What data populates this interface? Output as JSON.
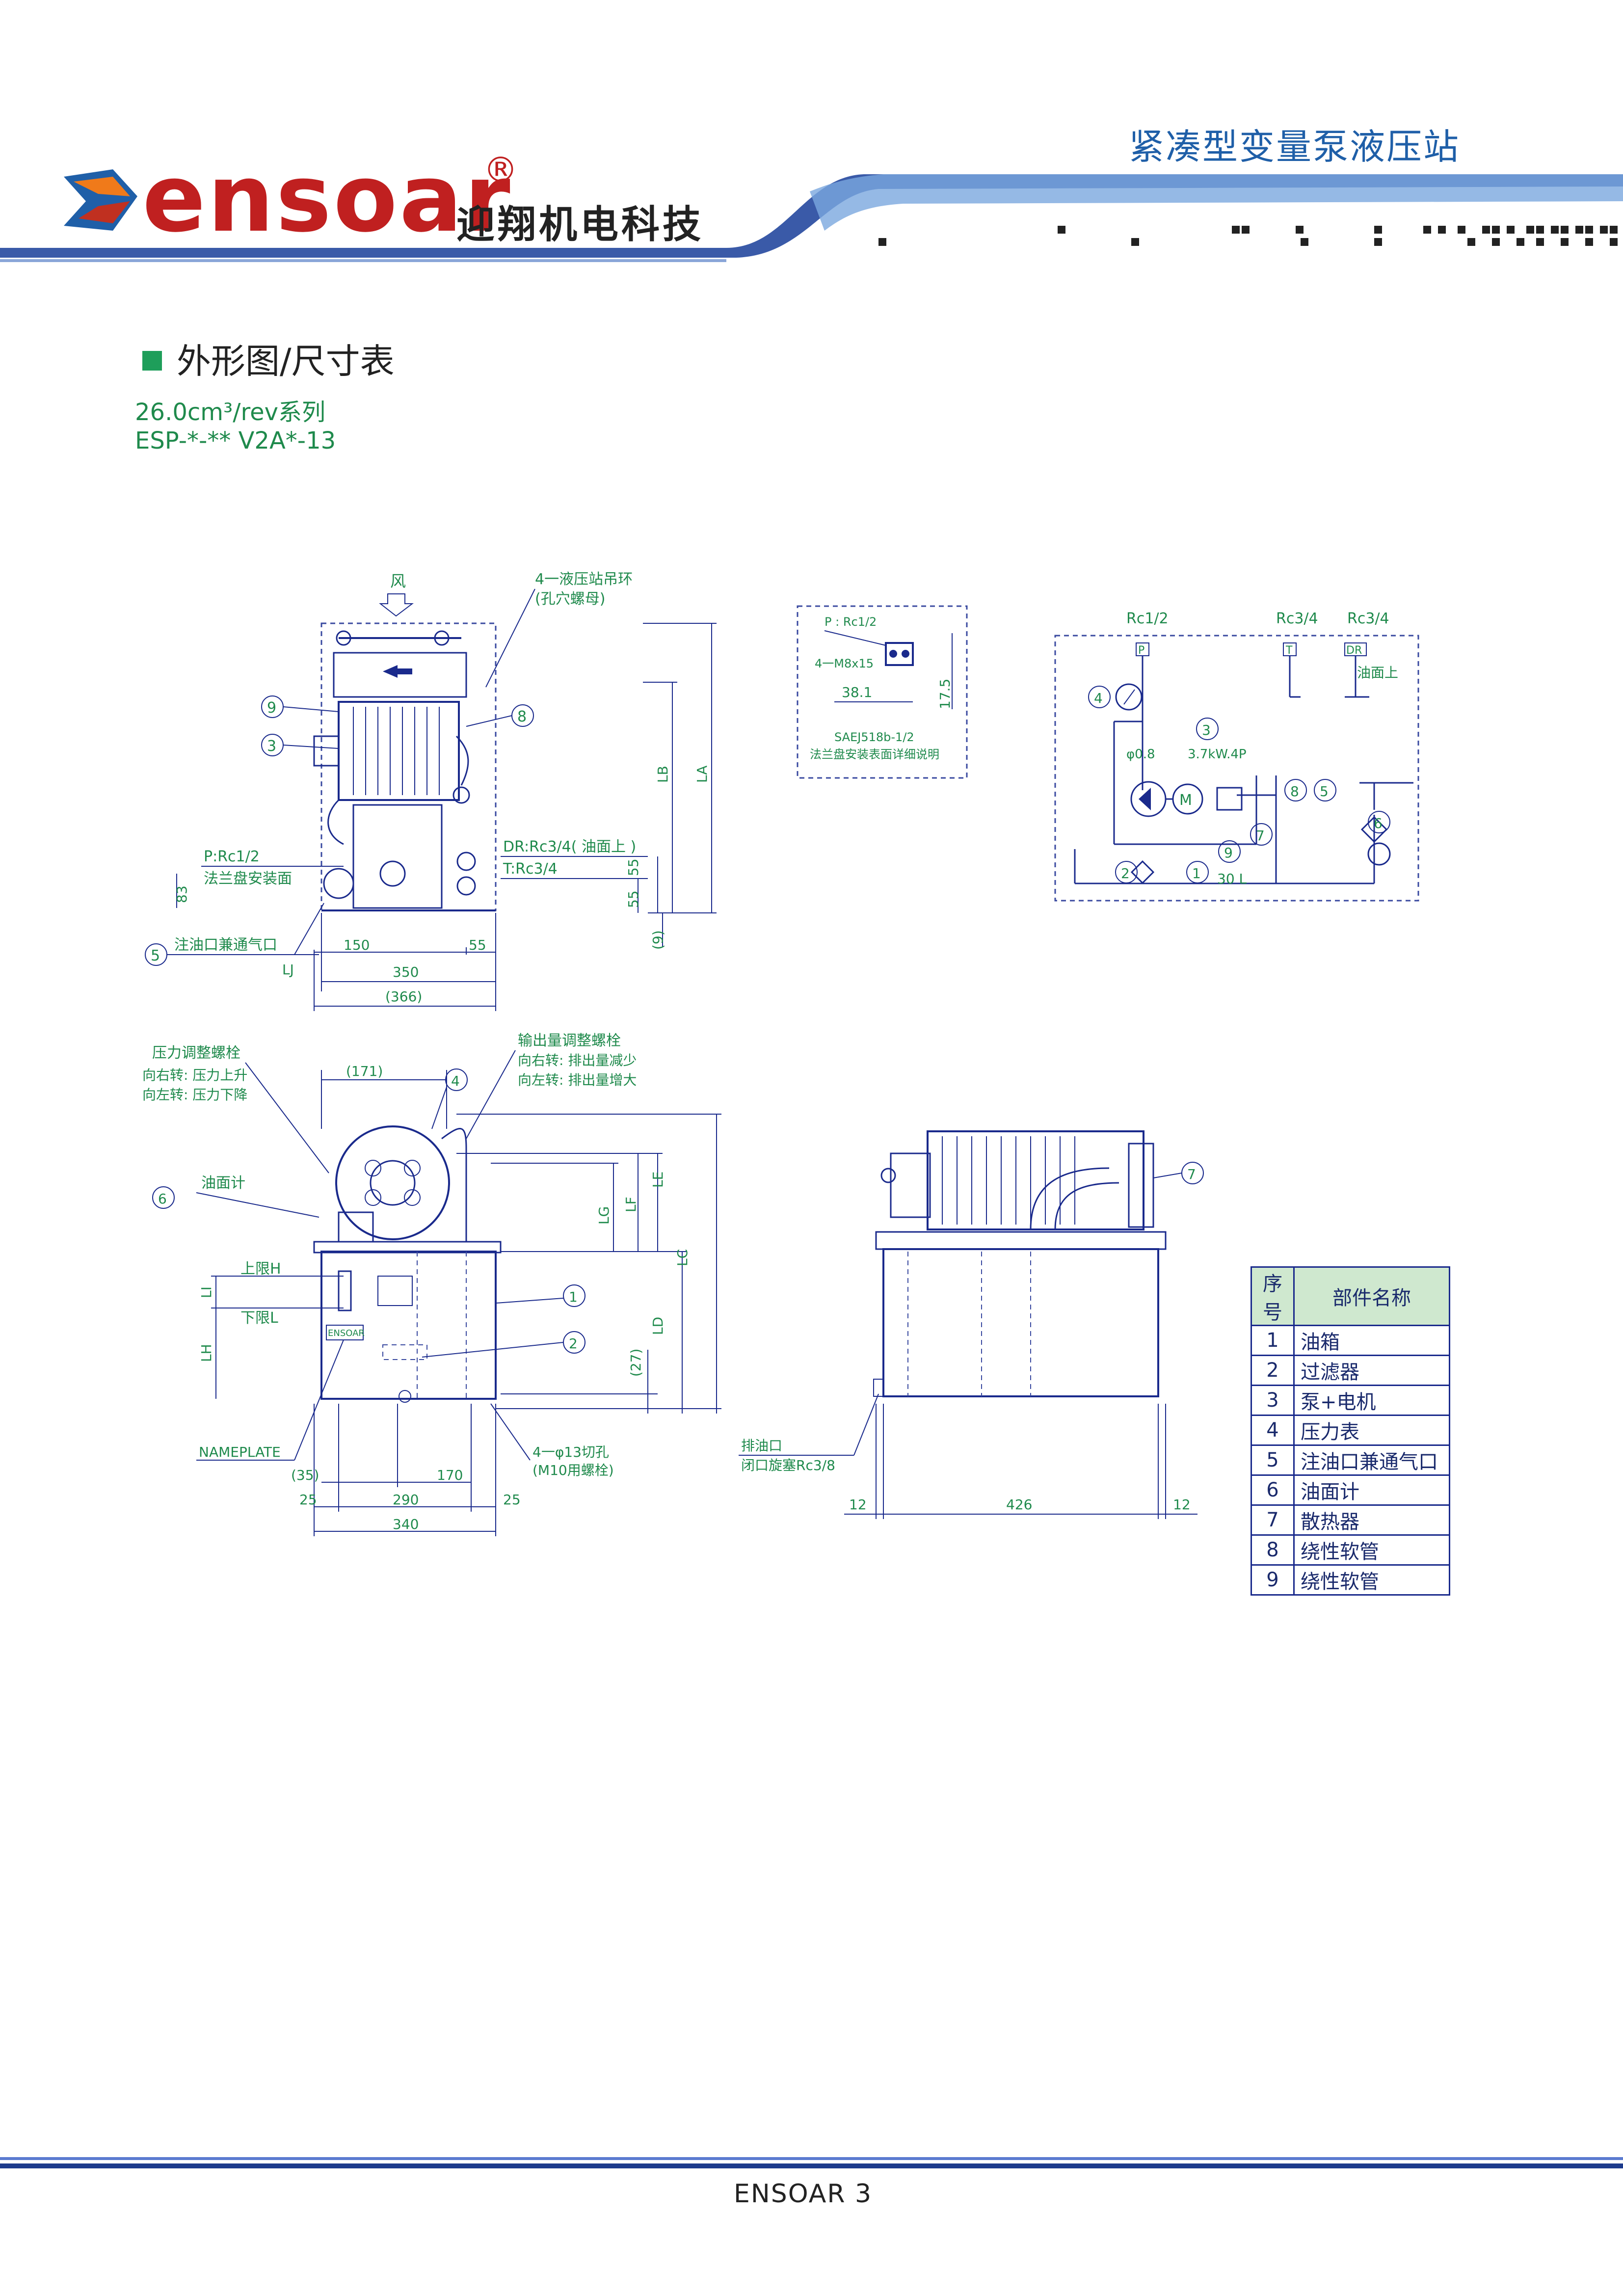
{
  "header": {
    "logo_text": "ensoar",
    "registered_mark": "®",
    "brand_cn": "迎翔机电科技",
    "page_subtitle": "紧凑型变量泵液压站"
  },
  "section": {
    "title": "外形图/尺寸表",
    "spec_line1": "26.0cm³/rev系列",
    "spec_line2": "ESP-*-** V2A*-13"
  },
  "front_view": {
    "wind": "风",
    "lifting_ring": "4一液压站吊环",
    "lifting_ring_note": "(孔穴螺母)",
    "p_port": "P:Rc1/2",
    "flange_face": "法兰盘安装面",
    "dr_port": "DR:Rc3/4( 油面上 )",
    "t_port": "T:Rc3/4",
    "fill_port": "注油口兼通气口",
    "dims": {
      "d150": "150",
      "d55": "55",
      "d350": "350",
      "d366": "(366)",
      "d83": "83",
      "d55a": "55",
      "d55b": "55",
      "d9": "(9)",
      "lj": "LJ",
      "lb": "LB",
      "la": "LA"
    },
    "callouts": [
      "9",
      "3",
      "8",
      "5"
    ]
  },
  "flange_detail": {
    "p": "P : Rc1/2",
    "bolts": "4一M8x15",
    "d381": "38.1",
    "d175": "17.5",
    "std": "SAEJ518b-1/2",
    "note": "法兰盘安装表面详细说明"
  },
  "circuit": {
    "rc12": "Rc1/2",
    "rc34a": "Rc3/4",
    "rc34b": "Rc3/4",
    "p": "P",
    "t": "T",
    "dr": "DR",
    "oil_above": "油面上",
    "orifice": "φ0.8",
    "motor": "3.7kW.4P",
    "m": "M",
    "tank": "30 L",
    "callouts": [
      "4",
      "3",
      "8",
      "5",
      "7",
      "9",
      "6",
      "2",
      "1"
    ]
  },
  "side_view": {
    "pressure_adj": "压力调整螺栓",
    "pressure_up": "向右转: 压力上升",
    "pressure_down": "向左转: 压力下降",
    "flow_adj": "输出量调整螺栓",
    "flow_less": "向右转: 排出量减少",
    "flow_more": "向左转: 排出量增大",
    "gauge": "油面计",
    "upper": "上限H",
    "lower": "下限L",
    "nameplate": "NAMEPLATE",
    "nameplate_mark": "ENSOAR",
    "mount_holes": "4一φ13切孔",
    "mount_note": "(M10用螺栓)",
    "dims": {
      "d171": "(171)",
      "d35": "(35)",
      "d170": "170",
      "d25a": "25",
      "d290": "290",
      "d25b": "25",
      "d340": "340",
      "d27": "(27)",
      "li": "LI",
      "lh": "LH",
      "lg": "LG",
      "lf": "LF",
      "le": "LE",
      "lc": "LC",
      "ld": "LD"
    },
    "callouts": [
      "4",
      "6",
      "1",
      "2"
    ]
  },
  "rear_view": {
    "drain": "排油口",
    "drain_note": "闭口旋塞Rc3/8",
    "dims": {
      "d12a": "12",
      "d426": "426",
      "d12b": "12"
    },
    "callouts": [
      "7"
    ]
  },
  "parts_table": {
    "header_no": "序号",
    "header_name": "部件名称",
    "rows": [
      {
        "no": "1",
        "name": "油箱"
      },
      {
        "no": "2",
        "name": "过滤器"
      },
      {
        "no": "3",
        "name": "泵+电机"
      },
      {
        "no": "4",
        "name": "压力表"
      },
      {
        "no": "5",
        "name": "注油口兼通气口"
      },
      {
        "no": "6",
        "name": "油面计"
      },
      {
        "no": "7",
        "name": "散热器"
      },
      {
        "no": "8",
        "name": "绕性软管"
      },
      {
        "no": "9",
        "name": "绕性软管"
      }
    ]
  },
  "footer": {
    "text": "ENSOAR  3"
  },
  "colors": {
    "accent_blue": "#1f5fa8",
    "green_text": "#1f8a4c",
    "line_navy": "#1a2a8c",
    "table_head": "#cfe8cf"
  }
}
